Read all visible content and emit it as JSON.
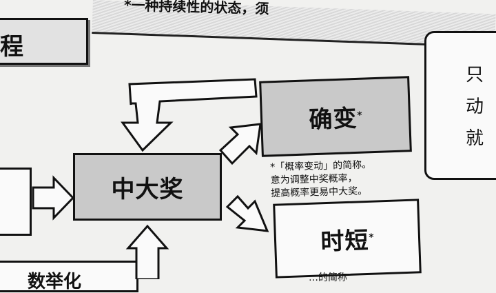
{
  "top_note": "*一种持续性的状态，须",
  "section_title": "程",
  "nodes": {
    "jackpot": "中大奖",
    "probability_change": "确变",
    "time_short": "时短"
  },
  "star_mark": "*",
  "probability_note": {
    "line1": "*「概率变动」的简称。",
    "line2": "意为调整中奖概率，",
    "line3": "提高概率更易中大奖。"
  },
  "side_card": {
    "char1": "只",
    "char2": "动",
    "char3": "就"
  },
  "bottom_partial": "数举化",
  "bottom_note_partial": "…的简称"
}
